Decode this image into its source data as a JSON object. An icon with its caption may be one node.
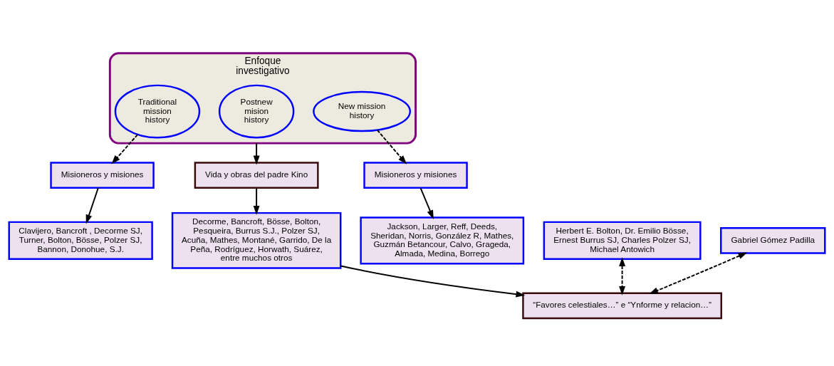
{
  "diagram": {
    "nodes": [
      {
        "text": [
          "Enfoque investigativo"
        ]
      },
      {
        "text": [
          "Traditional mission history"
        ],
        "in": 0
      },
      {
        "text": [
          "Postnew mision history"
        ],
        "in": 0
      },
      {
        "text": [
          "New mission history"
        ],
        "in": 0
      },
      {
        "text": [
          "Misioneros y misiones"
        ]
      },
      {
        "text": [
          "Misioneros y misiones"
        ]
      },
      {
        "text": [
          "Clavijero, Bancroft , Decorme SJ, Turner, Bolton, Bösse, Polzer SJ, Bannon, Donohue, S.J."
        ]
      },
      {
        "text": [
          "Jackson, Larger, Reff, Deeds, Sheridan, Norris, González R, Mathes, Guzmán Betancour, Calvo, Grageda, Almada, Medina, Borrego"
        ]
      },
      {
        "text": [
          "Vida y obras del padre Kino"
        ]
      },
      {
        "text": [
          "Herbert E. Bolton, Dr. Emilio Bösse, Ernest Burrus SJ, Charles Polzer SJ, Michael Antowich"
        ]
      },
      {
        "text": [
          "Decorme, Bancroft, Bösse, Bolton, Pesqueira, Burrus S.J., Polzer SJ, Acuña, Mathes, Montané, Garrido, De la Peña, Rodríguez, Horwath, Suárez,  entre muchos otros"
        ]
      },
      {
        "text": [
          "Gabriel Gómez Padilla"
        ]
      },
      {
        "text": [
          "“Favores celestiales…” e “Ynforme y relacion…”"
        ]
      }
    ],
    "edges": [
      {
        "from": 1,
        "to": 4,
        "arrow": "to",
        "style": "dashed"
      },
      {
        "from": 3,
        "to": 5,
        "arrow": "to",
        "style": "dashed"
      },
      {
        "from": 4,
        "to": 6,
        "arrow": "to"
      },
      {
        "from": 5,
        "to": 7,
        "arrow": "to"
      },
      {
        "from": 0,
        "to": 8,
        "arrow": "to"
      },
      {
        "from": 8,
        "to": 10,
        "arrow": "to"
      },
      {
        "from": 10,
        "to": 12,
        "arrow": "to"
      },
      {
        "from": 9,
        "to": 12,
        "arrow": "both",
        "style": "dashed"
      },
      {
        "from": 11,
        "to": 12,
        "arrow": "both",
        "style": "dashed"
      }
    ]
  }
}
